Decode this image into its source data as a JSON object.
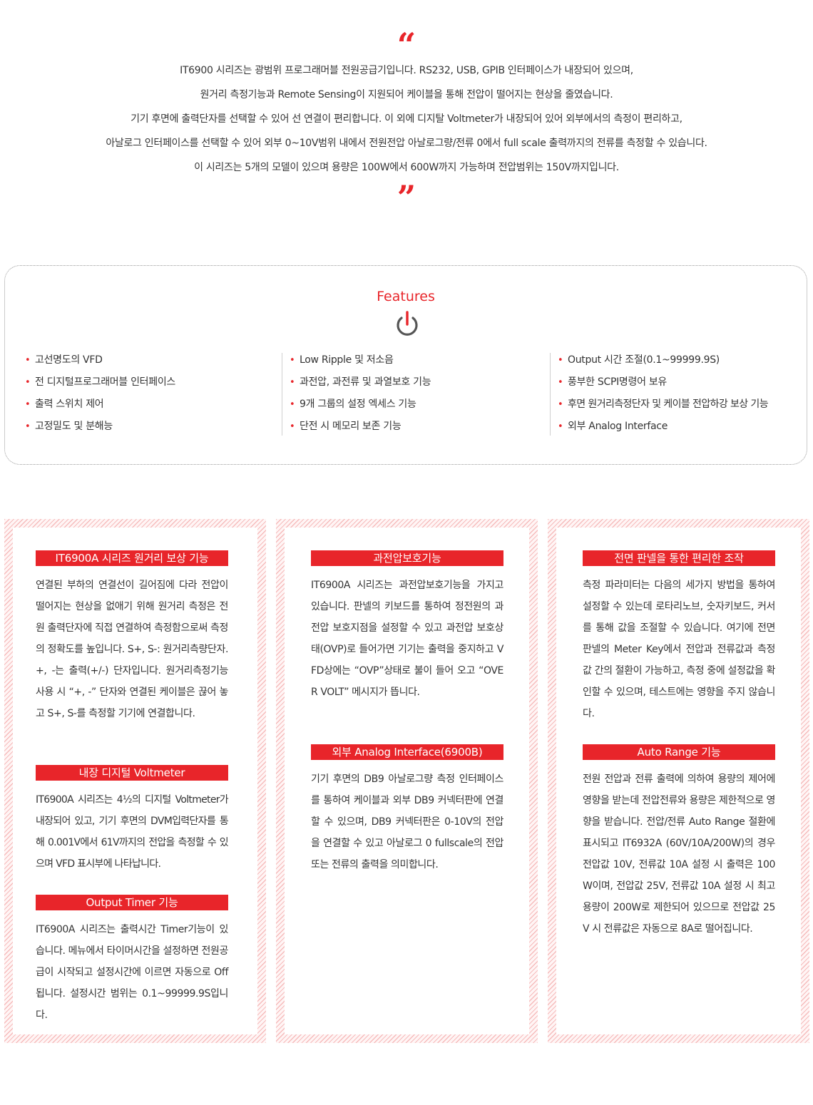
{
  "intro": {
    "lines": [
      "IT6900 시리즈는 광범위 프로그래머블 전원공급기입니다. RS232, USB, GPIB 인터페이스가 내장되어 있으며,",
      "원거리 측정기능과 Remote Sensing이 지원되어 케이블을 통해 전압이 떨어지는 현상을 줄였습니다.",
      "기기 후면에 출력단자를 선택할 수 있어 선 연결이 편리합니다. 이 외에 디지탈 Voltmeter가 내장되어 있어 외부에서의 측정이 편리하고,",
      "아날로그 인터페이스를 선택할 수 있어 외부 0~10V범위 내에서 전원전압 아날로그량/전류 0에서 full scale 출력까지의 전류를 측정할 수 있습니다.",
      "이 시리즈는 5개의 모델이 있으며 용량은 100W에서 600W까지 가능하며 전압범위는 150V까지입니다."
    ],
    "open_quote": "“",
    "close_quote": "”"
  },
  "features": {
    "title": "Features",
    "icon": "power-icon",
    "columns": [
      [
        "고선명도의 VFD",
        "전 디지털프로그래머블 인터페이스",
        "출력 스위치 제어",
        "고정밀도 및 분해능"
      ],
      [
        "Low Ripple 및 저소음",
        "과전압, 과전류 및 과열보호 기능",
        "9개 그룹의 설정 엑세스 기능",
        "단전 시 메모리 보존 기능"
      ],
      [
        "Output 시간 조절(0.1~99999.9S)",
        "풍부한 SCPI명령어 보유",
        "후면 원거리측정단자 및 케이블 전압하강 보상 기능",
        "외부 Analog Interface"
      ]
    ],
    "bullet": "•"
  },
  "cards": {
    "left": {
      "s1": {
        "title": "IT6900A 시리즈 원거리 보상 기능",
        "body": "연결된 부하의 연결선이 길어짐에 다라 전압이 떨어지는 현상을 없애기 위해 원거리 측정은 전원 출력단자에 직접 연결하여 측정함으로써 측정의 정확도를 높입니다. S+, S-: 원거리측량단자. +, -는 출력(+/-) 단자입니다. 원거리측정기능 사용 시 “+, -” 단자와 연결된 케이블은 끊어 놓고 S+, S-를 측정할 기기에 연결합니다."
      },
      "s2": {
        "title": "내장 디지털 Voltmeter",
        "body": "IT6900A 시리즈는 4½의 디지털 Voltmeter가 내장되어 있고, 기기 후면의 DVM입력단자를 통해 0.001V에서 61V까지의 전압을 측정할 수 있으며 VFD 표시부에 나타납니다."
      },
      "s3": {
        "title": "Output Timer 기능",
        "body": "IT6900A 시리즈는 출력시간 Timer기능이 있습니다. 메뉴에서 타이머시간을 설정하면 전원공급이 시작되고 설정시간에 이르면 자동으로 Off 됩니다. 설정시간 범위는 0.1~99999.9S입니다."
      }
    },
    "middle": {
      "s1": {
        "title": "과전압보호기능",
        "body": "IT6900A 시리즈는 과전압보호기능을 가지고 있습니다. 판넬의 키보드를 통하여 정전원의 과전압 보호지점을 설정할 수 있고 과전압 보호상태(OVP)로 들어가면 기기는 출력을 중지하고 VFD상에는 “OVP”상태로 불이 들어 오고 “OVER VOLT” 메시지가 뜹니다."
      },
      "s2": {
        "title": "외부 Analog Interface(6900B)",
        "body": "기기 후면의 DB9 아날로그량 측정 인터페이스를 통하여 케이블과 외부 DB9 커넥터판에 연결할 수 있으며, DB9 커넥터판은 0-10V의 전압을 연결할 수 있고 아날로그 0 fullscale의 전압 또는 전류의 출력을 의미합니다."
      }
    },
    "right": {
      "s1": {
        "title": "전면 판넬을 통한 편리한 조작",
        "body": "측정 파라미터는 다음의 세가지 방법을 통하여 설정할 수 있는데 로타리노브, 숫자키보드, 커서를 통해 값을 조절할 수 있습니다. 여기에 전면 판넬의 Meter Key에서 전압과 전류값과 측정값 간의 절환이 가능하고, 측정 중에 설정값을 확인할 수 있으며, 테스트에는 영향을 주지 않습니다."
      },
      "s2": {
        "title": "Auto Range 기능",
        "body": "전원 전압과 전류 출력에 의하여 용량의 제어에 영향을 받는데 전압전류와 용량은 제한적으로 영향을 받습니다. 전압/전류 Auto Range 절환에 표시되고 IT6932A (60V/10A/200W)의 경우 전압값 10V, 전류값 10A 설정 시 출력은 100W이며, 전압값 25V, 전류값 10A 설정 시 최고 용량이 200W로 제한되어 있으므로 전압값 25V 시 전류값은 자동으로 8A로 떨어집니다."
      }
    }
  },
  "colors": {
    "accent": "#e8252a",
    "text": "#333333",
    "stripe": "#f6bcbc"
  }
}
